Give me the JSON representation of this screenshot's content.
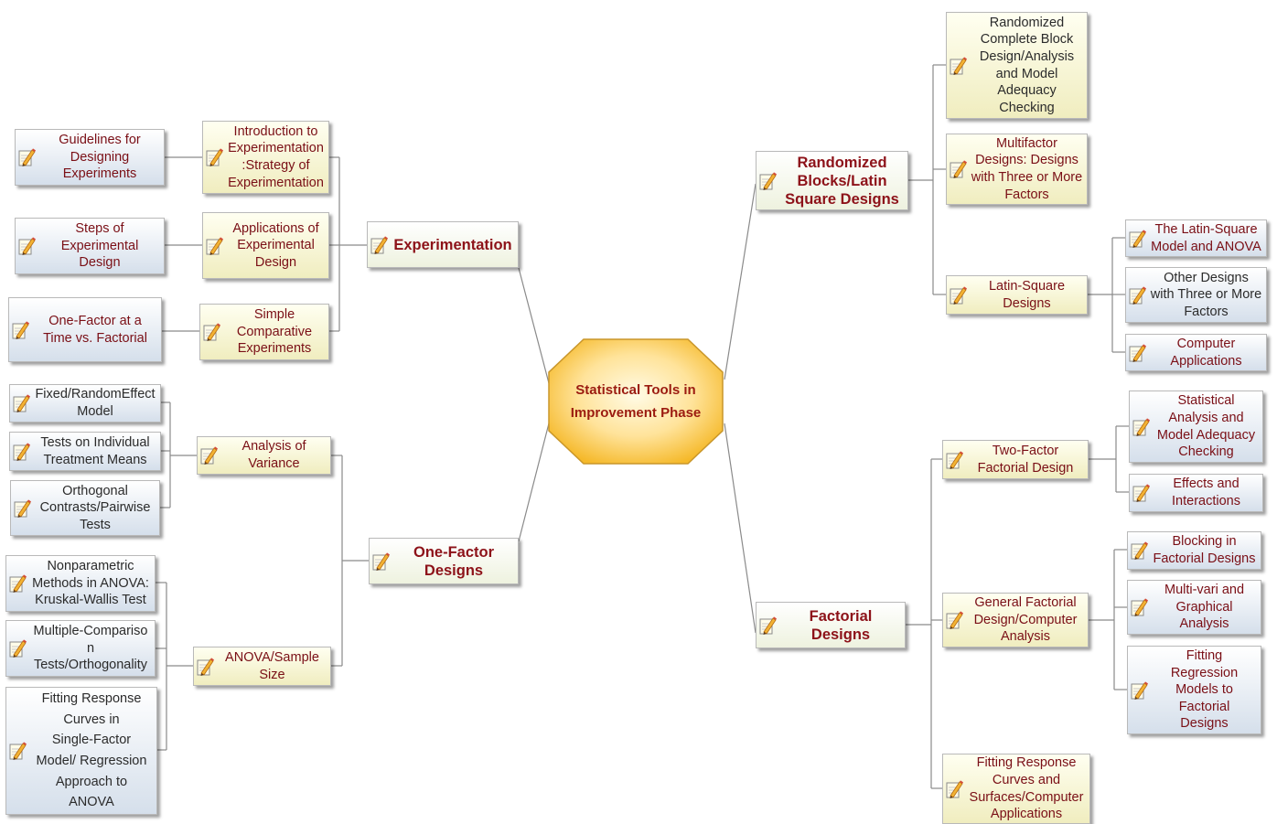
{
  "center": {
    "label": "Statistical Tools in\nImprovement  Phase"
  },
  "branches": [
    {
      "label": "Experimentation",
      "children": [
        {
          "label": "Introduction to\nExperimentation\n:Strategy of\nExperimentation",
          "children": [
            {
              "label": "Guidelines for\nDesigning\nExperiments"
            }
          ]
        },
        {
          "label": "Applications of\nExperimental\nDesign",
          "children": [
            {
              "label": "Steps of\nExperimental\nDesign"
            }
          ]
        },
        {
          "label": "Simple\nComparative\nExperiments",
          "children": [
            {
              "label": "One-Factor at a\nTime vs. Factorial"
            }
          ]
        }
      ]
    },
    {
      "label": "One-Factor\nDesigns",
      "children": [
        {
          "label": "Analysis of\nVariance",
          "children": [
            {
              "label": "Fixed/RandomEffect\nModel"
            },
            {
              "label": "Tests on Individual\nTreatment Means"
            },
            {
              "label": "Orthogonal\nContrasts/Pairwise\nTests"
            }
          ]
        },
        {
          "label": "ANOVA/Sample\nSize",
          "children": [
            {
              "label": "Nonparametric\nMethods in ANOVA:\nKruskal-Wallis Test"
            },
            {
              "label": "Multiple-Compariso\nn\nTests/Orthogonality"
            },
            {
              "label": "Fitting Response\nCurves in\nSingle-Factor\nModel/ Regression\nApproach to\nANOVA"
            }
          ]
        }
      ]
    },
    {
      "label": "Randomized\nBlocks/Latin\nSquare Designs",
      "children": [
        {
          "label": "Randomized\nComplete Block\nDesign/Analysis\nand Model\nAdequacy\nChecking"
        },
        {
          "label": "Multifactor\nDesigns: Designs\nwith Three or More\nFactors"
        },
        {
          "label": "Latin-Square\nDesigns",
          "children": [
            {
              "label": "The Latin-Square\nModel and ANOVA"
            },
            {
              "label": "Other Designs\nwith Three or More\nFactors"
            },
            {
              "label": "Computer\nApplications"
            }
          ]
        }
      ]
    },
    {
      "label": "Factorial\nDesigns",
      "children": [
        {
          "label": "Two-Factor\nFactorial Design",
          "children": [
            {
              "label": "Statistical\nAnalysis and\nModel Adequacy\nChecking"
            },
            {
              "label": "Effects and\nInteractions"
            }
          ]
        },
        {
          "label": "General Factorial\nDesign/Computer\nAnalysis",
          "children": [
            {
              "label": "Blocking in\nFactorial Designs"
            },
            {
              "label": "Multi-vari and\nGraphical\nAnalysis"
            },
            {
              "label": "Fitting\nRegression\nModels to\nFactorial\nDesigns"
            }
          ]
        },
        {
          "label": "Fitting Response\nCurves and\nSurfaces/Computer\nApplications"
        }
      ]
    }
  ]
}
